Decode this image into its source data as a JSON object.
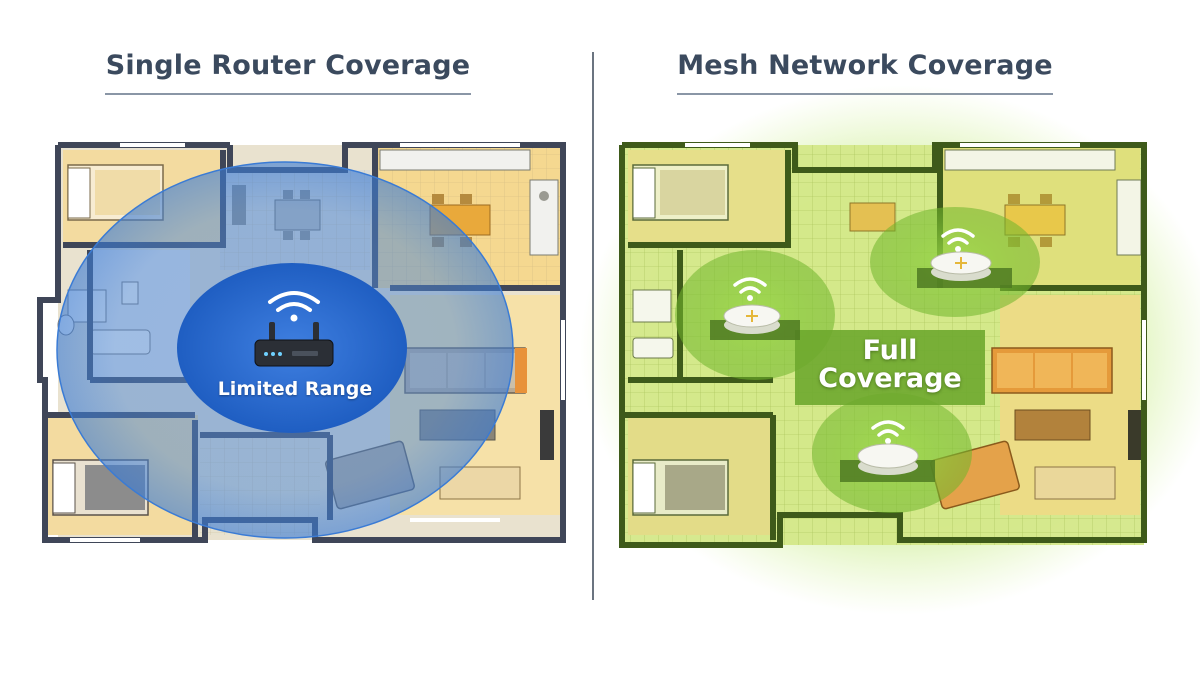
{
  "left_panel": {
    "title": "Single Router Coverage",
    "label": "Limited Range"
  },
  "right_panel": {
    "title": "Mesh Network Coverage",
    "label_line1": "Full",
    "label_line2": "Coverage"
  },
  "colors": {
    "wall": "#3f4658",
    "wall_green": "#3e5a1a",
    "floor_warm": "#f3dba0",
    "floor_green": "#d4e889",
    "signal_blue": "#2f6fd0",
    "signal_green": "#8fd13a",
    "router_body": "#2b2f36",
    "mesh_node": "#f7f7f2",
    "title_text": "#3b4a5e"
  }
}
